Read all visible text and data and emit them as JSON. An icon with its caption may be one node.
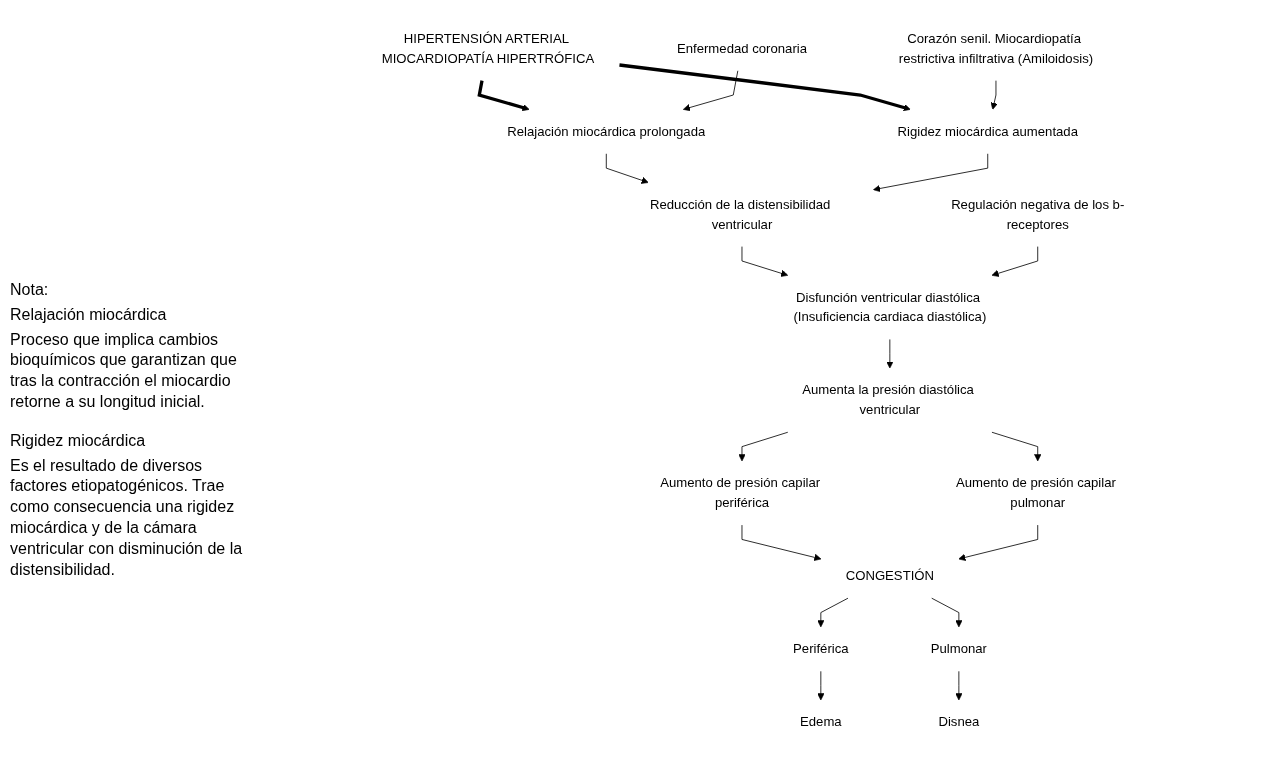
{
  "diagram": {
    "nodes": [
      {
        "text": [
          "HIPERTENSIÓN ARTERIAL MIOCARDIOPATÍA HIPERTRÓFICA"
        ]
      },
      {
        "text": [
          "Enfermedad coronaria"
        ]
      },
      {
        "text": [
          "Relajación miocárdica prolongada"
        ]
      },
      {
        "text": [
          "Rigidez miocárdica aumentada"
        ]
      },
      {
        "text": [
          "Corazón senil. Miocardiopatía restrictiva infiltrativa (Amiloidosis)"
        ]
      },
      {
        "text": [
          "Reducción de la distensibilidad ventricular"
        ]
      },
      {
        "text": [
          "Disfunción ventricular diastólica (Insuficiencia cardiaca diastólica)"
        ]
      },
      {
        "text": [
          "Regulación negativa de los b-receptores"
        ]
      },
      {
        "text": [
          "Aumenta la presión diastólica ventricular"
        ]
      },
      {
        "text": [
          "Aumento de presión capilar periférica"
        ]
      },
      {
        "text": [
          "Aumento de presión capilar pulmonar"
        ]
      },
      {
        "text": [
          "CONGESTIÓN"
        ]
      },
      {
        "text": [
          "Periférica"
        ]
      },
      {
        "text": [
          "Pulmonar"
        ]
      },
      {
        "text": [
          "Edema"
        ]
      },
      {
        "text": [
          "Disnea"
        ]
      }
    ],
    "edges": [
      {
        "from": 0,
        "to": 2,
        "arrow": "to",
        "style": "thick"
      },
      {
        "from": 0,
        "to": 3,
        "arrow": "to",
        "style": "thick"
      },
      {
        "from": 1,
        "to": 2,
        "arrow": "to"
      },
      {
        "from": 4,
        "to": 3,
        "arrow": "to"
      },
      {
        "from": 2,
        "to": 5,
        "arrow": "to"
      },
      {
        "from": 3,
        "to": 5,
        "arrow": "to"
      },
      {
        "from": 5,
        "to": 6,
        "arrow": "to"
      },
      {
        "from": 7,
        "to": 6,
        "arrow": "to"
      },
      {
        "from": 6,
        "to": 8,
        "arrow": "to"
      },
      {
        "from": 8,
        "to": 9,
        "arrow": "to"
      },
      {
        "from": 8,
        "to": 10,
        "arrow": "to"
      },
      {
        "from": 9,
        "to": 11,
        "arrow": "to"
      },
      {
        "from": 10,
        "to": 11,
        "arrow": "to"
      },
      {
        "from": 11,
        "to": 12,
        "arrow": "to"
      },
      {
        "from": 11,
        "to": 13,
        "arrow": "to"
      },
      {
        "from": 12,
        "to": 14,
        "arrow": "to"
      },
      {
        "from": 13,
        "to": 15,
        "arrow": "to"
      }
    ],
    "labels": [
      "Nota:",
      "Relajación miocárdica",
      "Proceso que implica cambios bioquímicos que garantizan que tras la contracción el miocardio retorne a su longitud inicial.",
      "Rigidez miocárdica",
      "Es el resultado de diversos factores etiopatogénicos. Trae como consecuencia una rigidez miocárdica y de la cámara ventricular con disminución de la distensibilidad."
    ]
  }
}
